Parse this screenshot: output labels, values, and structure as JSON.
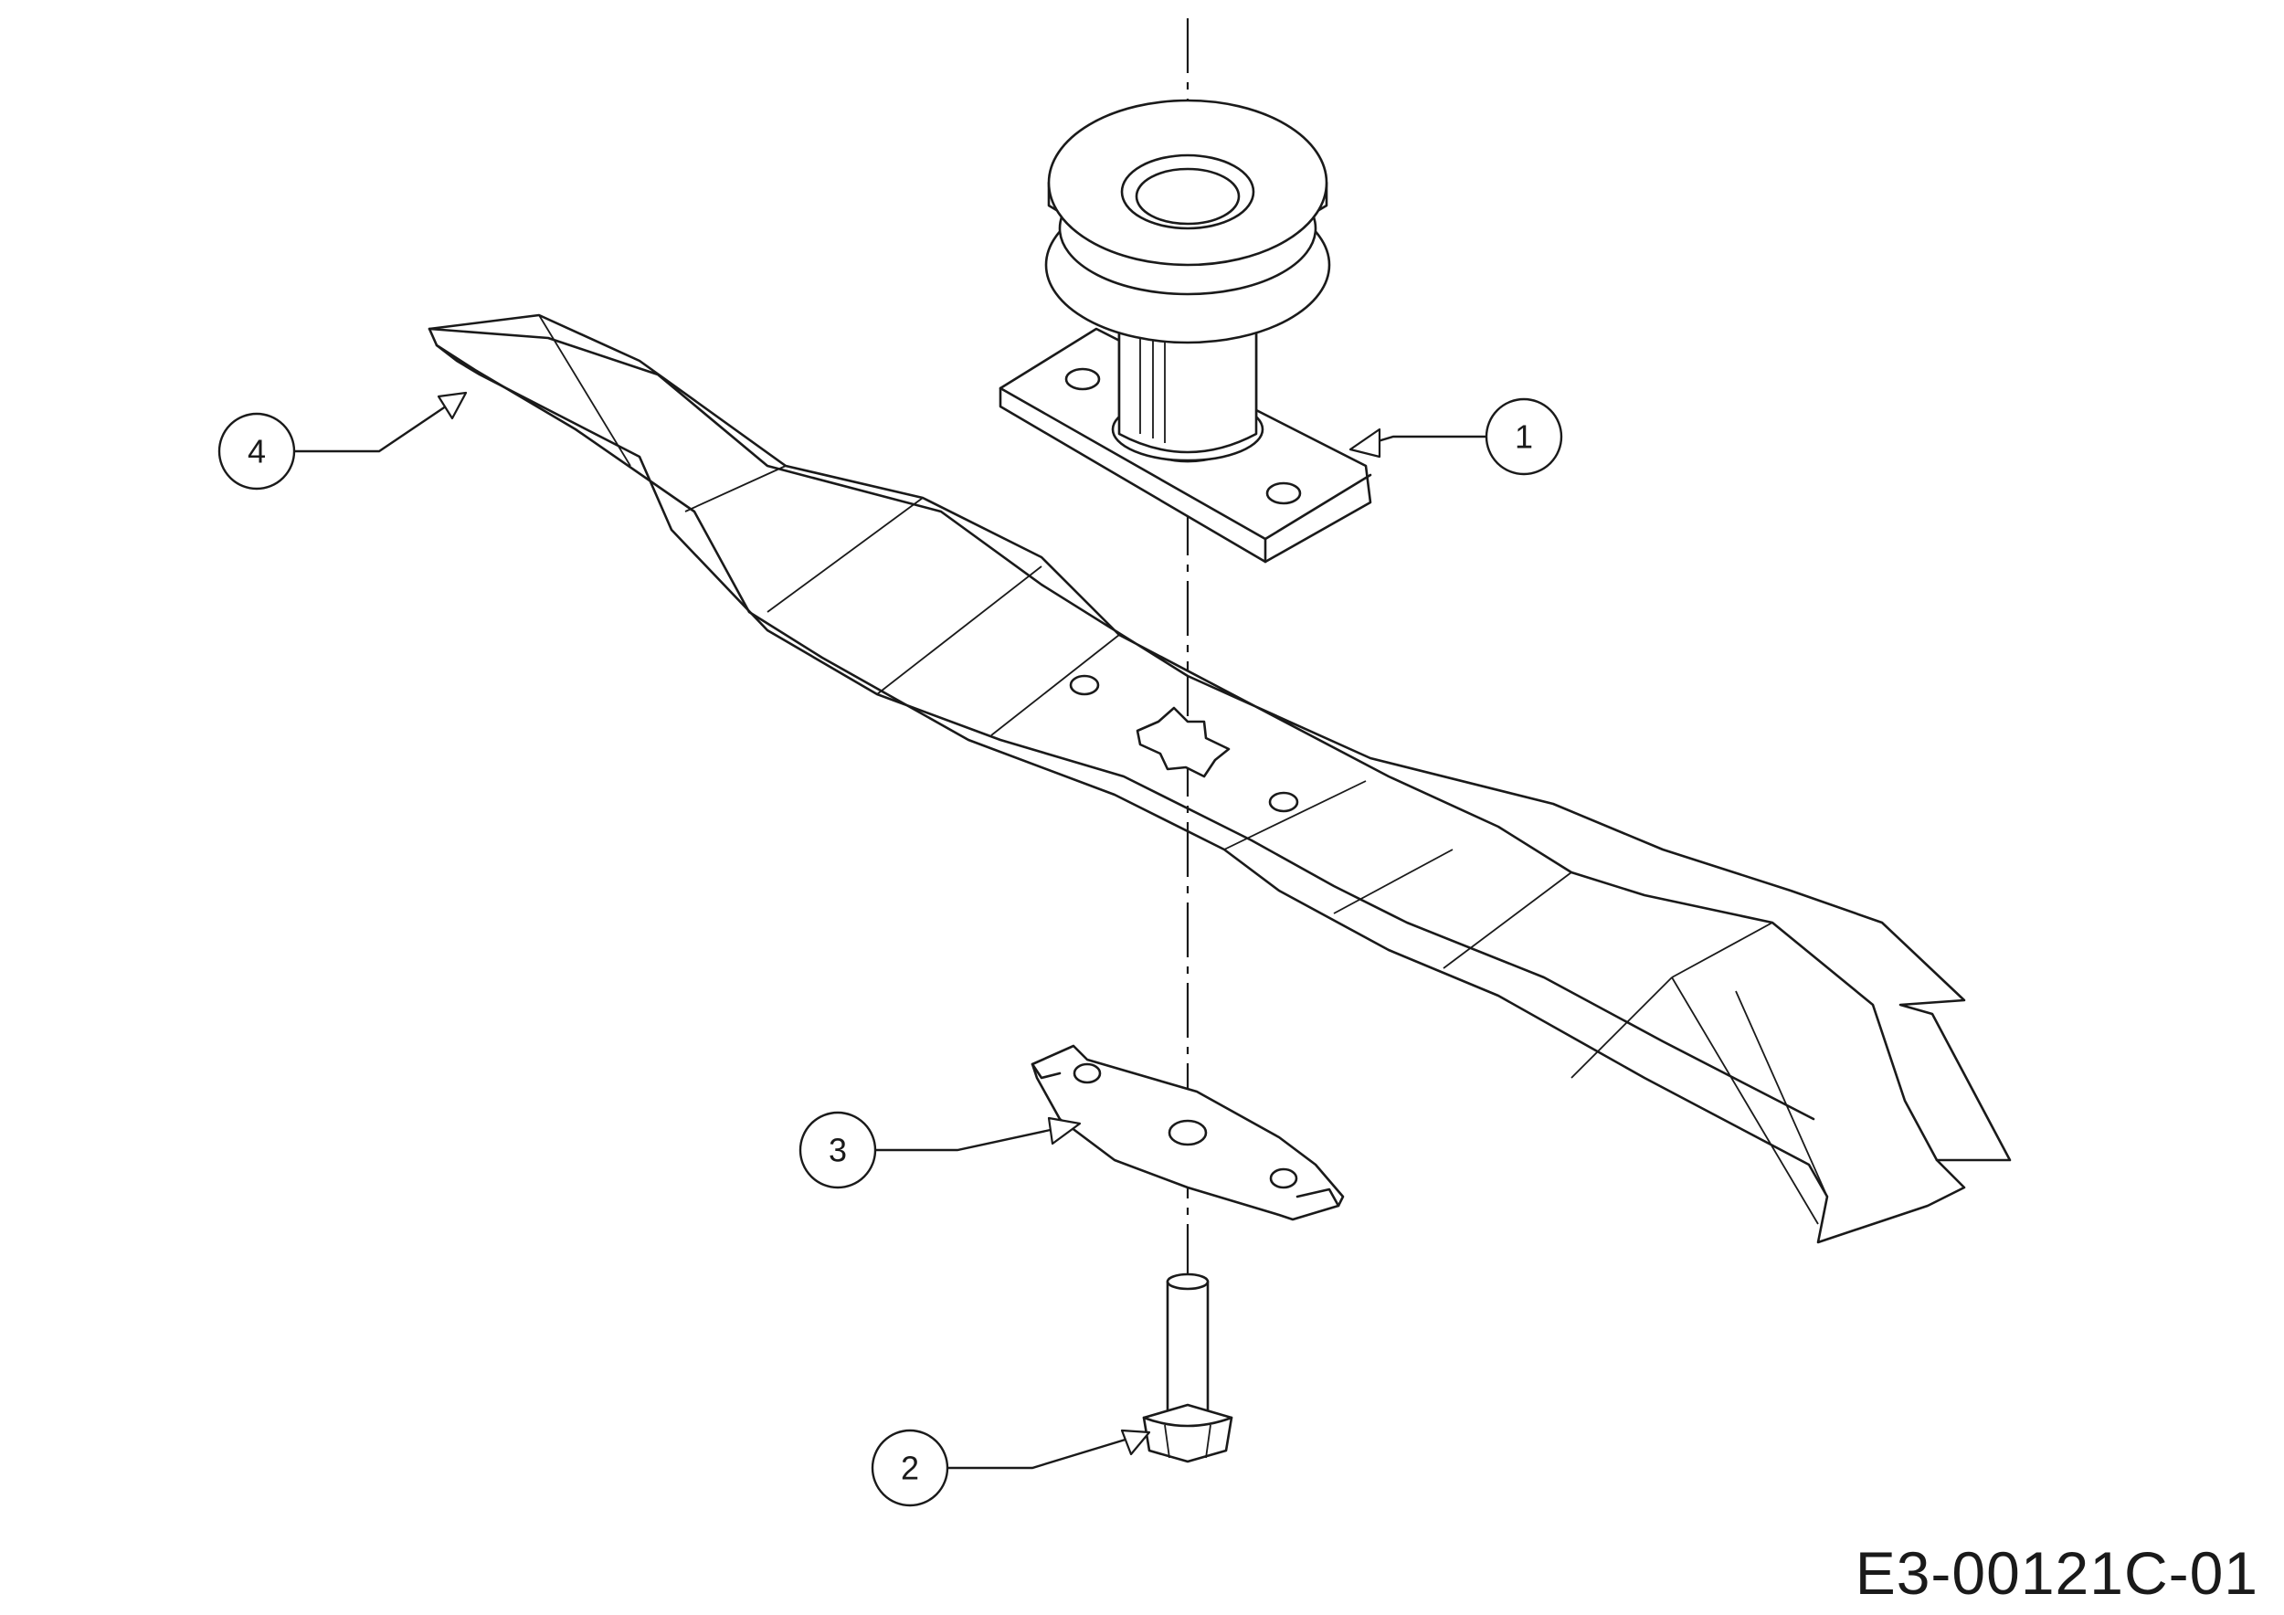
{
  "callouts": [
    {
      "id": "1",
      "label": "1",
      "part": "pulley-spindle"
    },
    {
      "id": "2",
      "label": "2",
      "part": "bolt"
    },
    {
      "id": "3",
      "label": "3",
      "part": "blade-adapter"
    },
    {
      "id": "4",
      "label": "4",
      "part": "blade"
    }
  ],
  "drawing_code": "E3-00121C-01"
}
